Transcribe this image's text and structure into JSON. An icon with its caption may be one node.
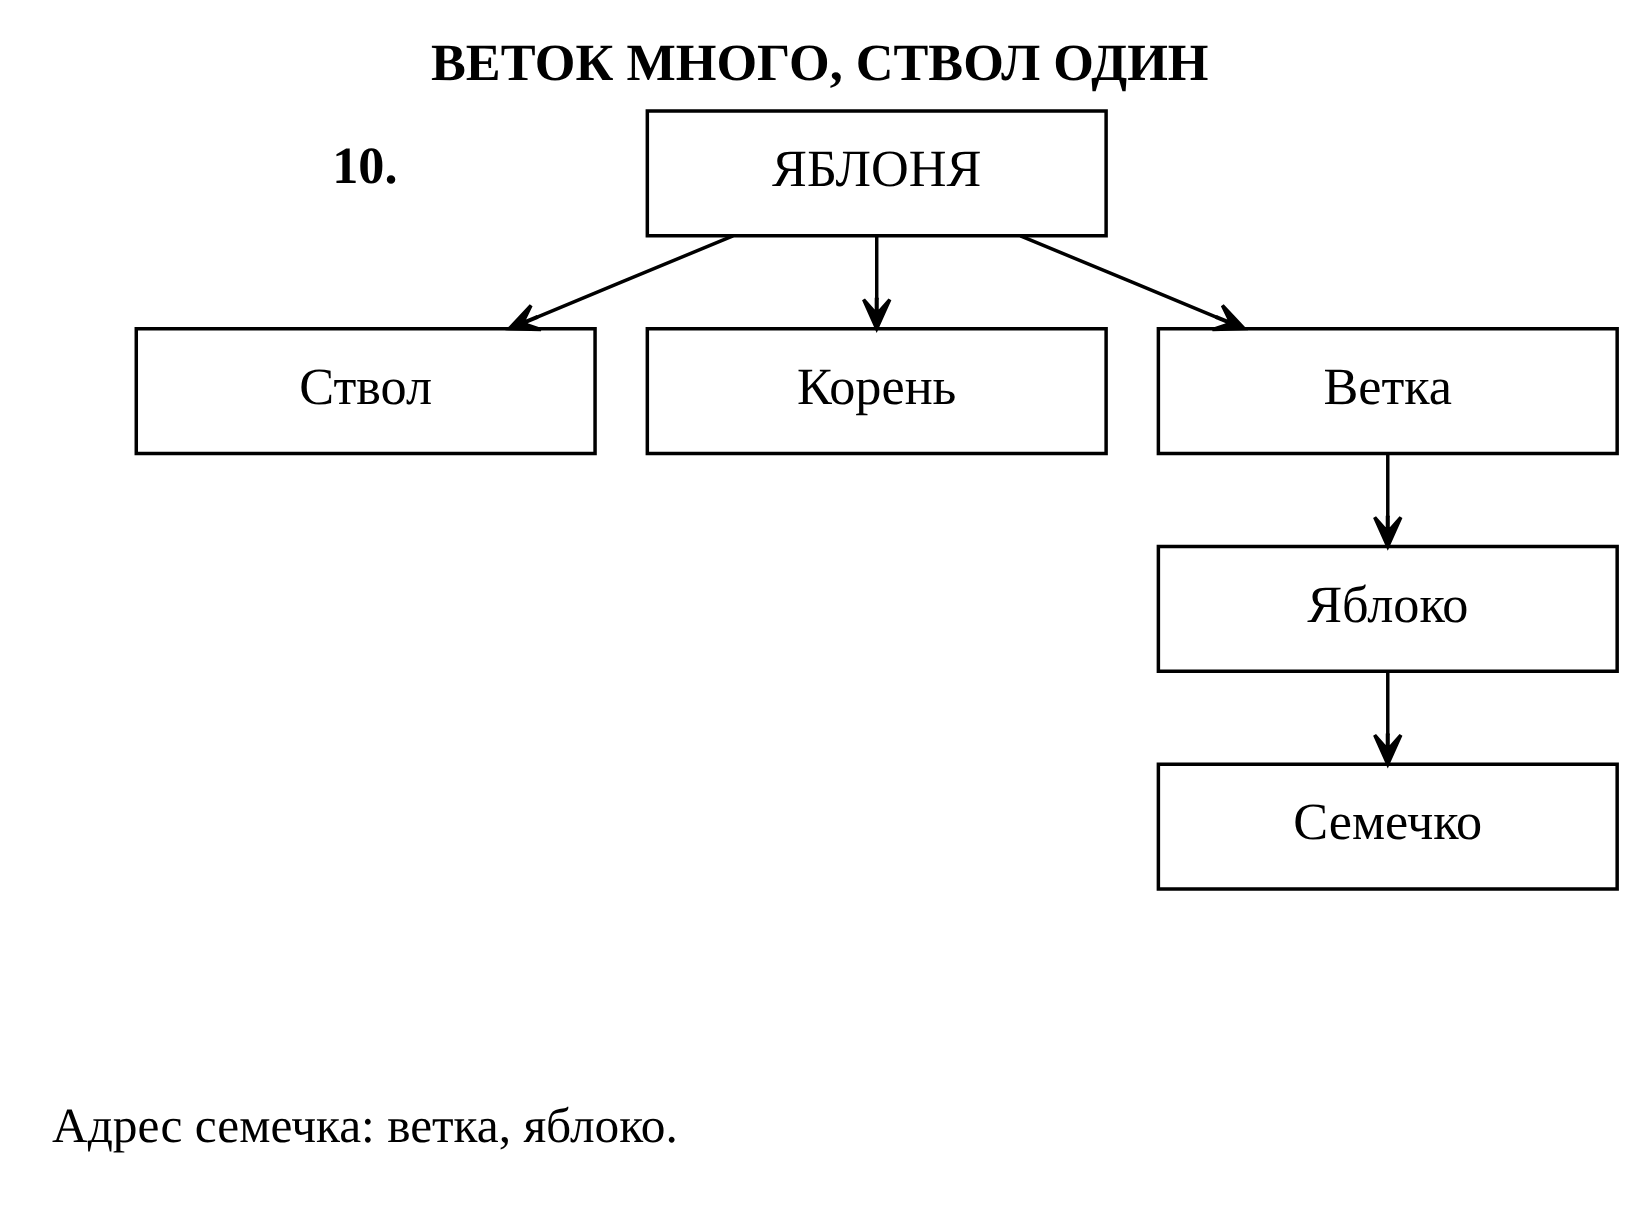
{
  "diagram": {
    "title": "ВЕТОК МНОГО, СТВОЛ ОДИН",
    "nodes": [
      {
        "text": [
          "ЯБЛОНЯ"
        ]
      },
      {
        "text": [
          "Ствол"
        ]
      },
      {
        "text": [
          "Корень"
        ]
      },
      {
        "text": [
          "Ветка"
        ]
      },
      {
        "text": [
          "Яблоко"
        ]
      },
      {
        "text": [
          "Семечко"
        ]
      }
    ],
    "edges": [
      {
        "from": 0,
        "to": 1,
        "arrow": "to"
      },
      {
        "from": 0,
        "to": 2,
        "arrow": "to"
      },
      {
        "from": 0,
        "to": 3,
        "arrow": "to"
      },
      {
        "from": 3,
        "to": 4,
        "arrow": "to"
      },
      {
        "from": 4,
        "to": 5,
        "arrow": "to"
      }
    ],
    "labels": [
      "10.",
      "Адрес семечка: ветка, яблоко."
    ]
  }
}
